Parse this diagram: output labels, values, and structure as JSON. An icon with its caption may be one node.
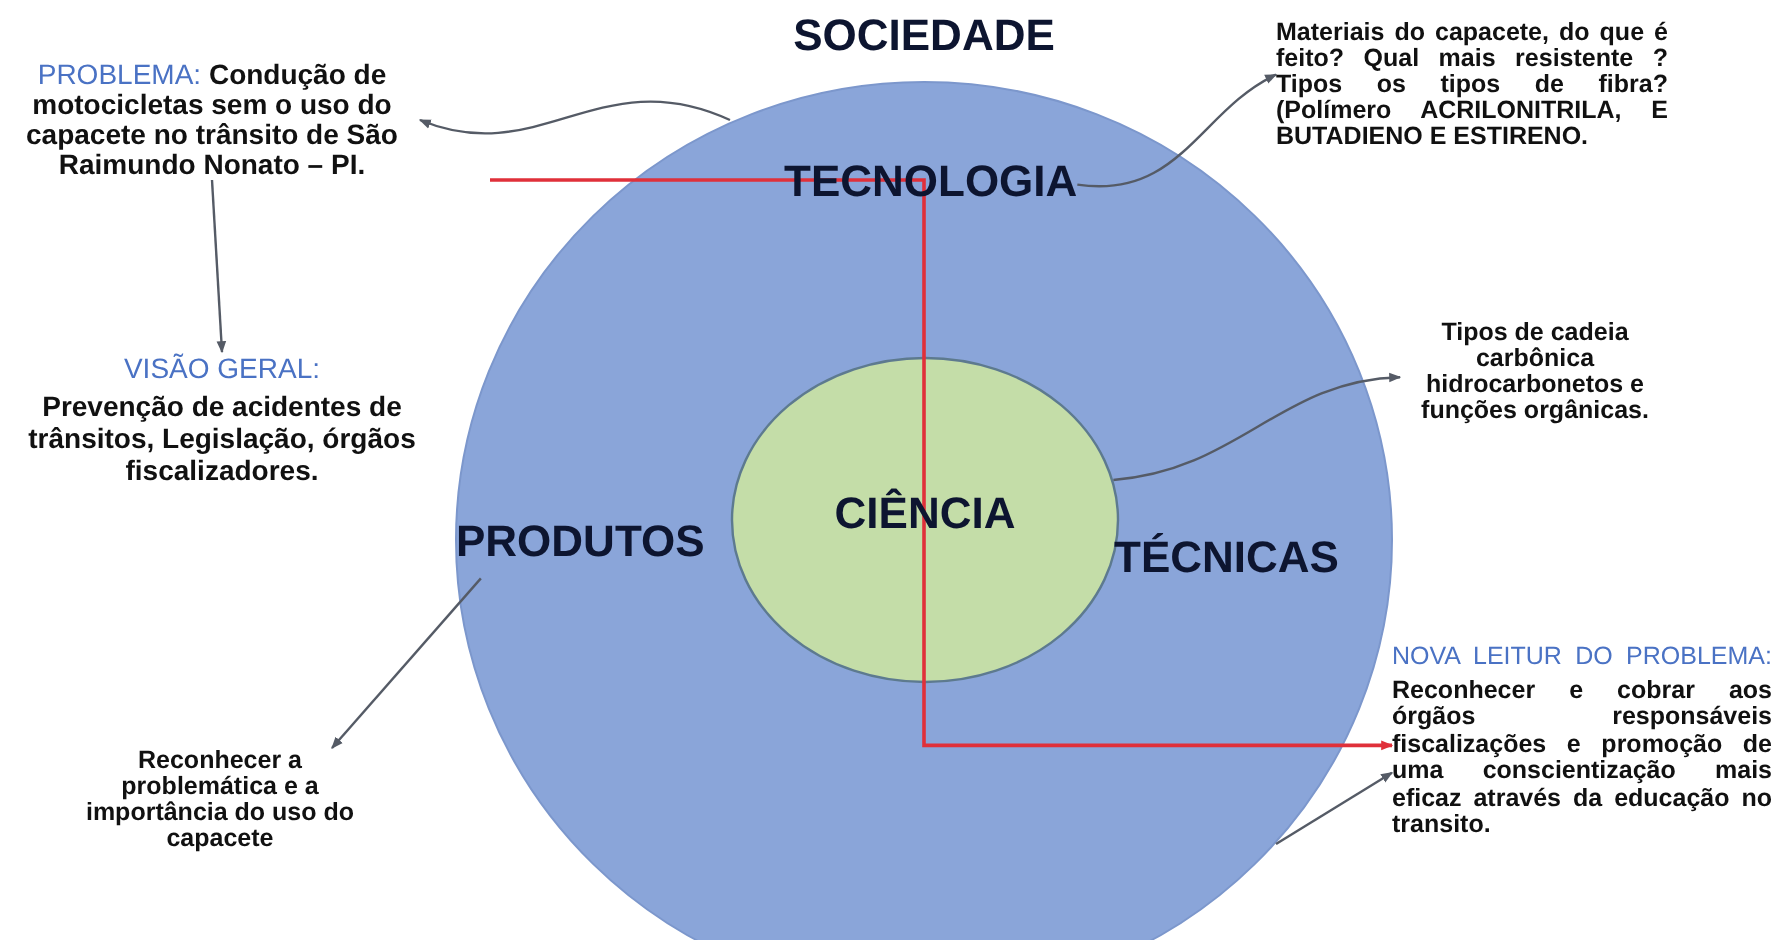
{
  "diagram": {
    "nodes": [
      {
        "text": [
          "SOCIEDADE"
        ]
      },
      {
        "text": [
          "TECNOLOGIA"
        ],
        "in": 0
      },
      {
        "text": [
          "PRODUTOS"
        ],
        "in": 0
      },
      {
        "text": [
          "CIÊNCIA"
        ],
        "in": 0
      },
      {
        "text": [
          "TÉCNICAS"
        ],
        "in": 0
      },
      {
        "text": [
          "PROBLEMA:",
          "Condução de motocicletas sem o uso do capacete no trânsito de São Raimundo Nonato – PI."
        ]
      },
      {
        "text": [
          "VISÃO GERAL:",
          "Prevenção de acidentes de trânsitos, Legislação, órgãos fiscalizadores."
        ]
      },
      {
        "text": [
          "Reconhecer a problemática e a importância do uso do capacete"
        ]
      },
      {
        "text": [
          "Materiais do capacete, do que é feito? Qual mais resistente ? Tipos os tipos de fibra? (Polímero ACRILONITRILA, E BUTADIENO E ESTIRENO."
        ]
      },
      {
        "text": [
          "Tipos de cadeia carbônica hidrocarbonetos e funções orgânicas."
        ]
      },
      {
        "text": [
          "NOVA LEITUR DO PROBLEMA:",
          "Reconhecer e cobrar aos órgãos responsáveis fiscalizações e promoção de uma conscientização mais eficaz através da educação no transito."
        ]
      }
    ],
    "edges": [
      {
        "from": 0,
        "to": 5,
        "arrow": "to"
      },
      {
        "from": 5,
        "to": 6,
        "arrow": "to"
      },
      {
        "from": 1,
        "to": 8,
        "arrow": "to"
      },
      {
        "from": 3,
        "to": 9,
        "arrow": "to"
      },
      {
        "from": 2,
        "to": 7,
        "arrow": "to"
      },
      {
        "from": null,
        "to": 10,
        "arrow": "to",
        "color": "#e0303a"
      },
      {
        "from": 0,
        "to": 10,
        "arrow": "to"
      }
    ]
  }
}
